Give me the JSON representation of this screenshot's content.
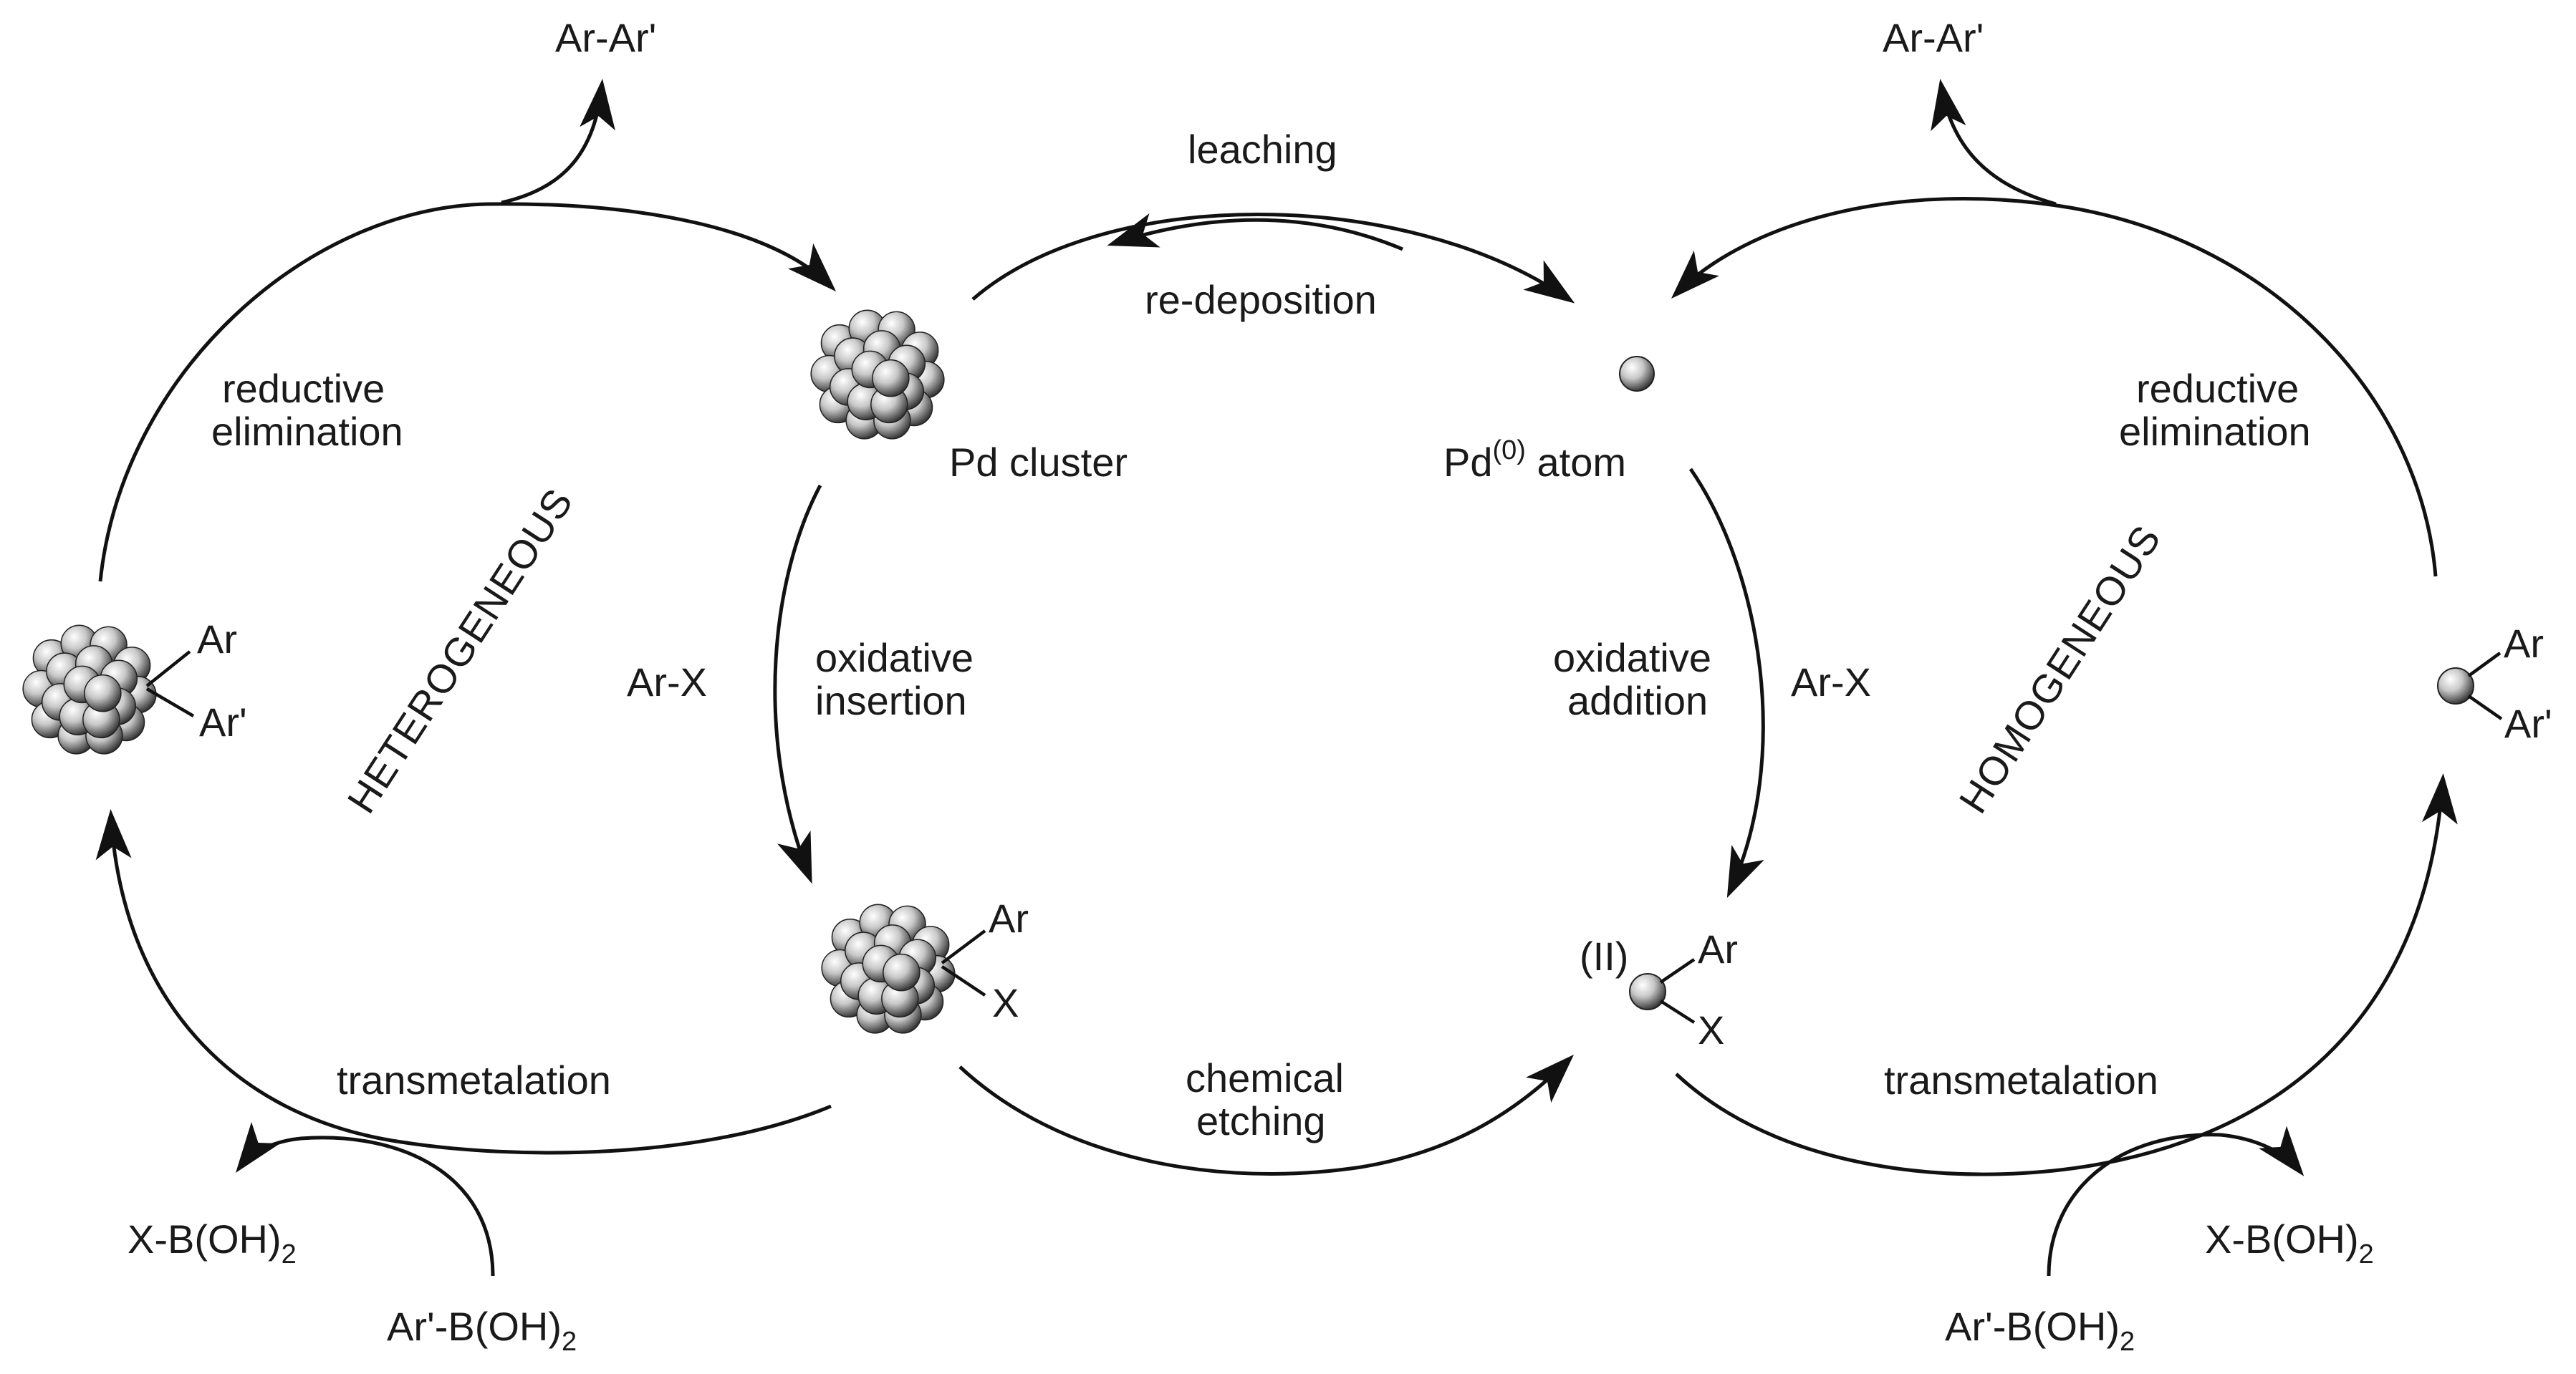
{
  "labels": {
    "ar_ar_prime_left": "Ar-Ar'",
    "ar_ar_prime_right": "Ar-Ar'",
    "leaching": "leaching",
    "re_deposition": "re-deposition",
    "reductive_elimination_left_1": "reductive",
    "reductive_elimination_left_2": "elimination",
    "reductive_elimination_right_1": "reductive",
    "reductive_elimination_right_2": "elimination",
    "pd_cluster": "Pd cluster",
    "pd_atom_prefix": "Pd",
    "pd_atom_sup": "(0)",
    "pd_atom_suffix": " atom",
    "heterogeneous": "HETEROGENEOUS",
    "homogeneous": "HOMOGENEOUS",
    "ar_x_left": "Ar-X",
    "ar_x_right": "Ar-X",
    "oxidative_insertion_1": "oxidative",
    "oxidative_insertion_2": "insertion",
    "oxidative_addition_1": "oxidative",
    "oxidative_addition_2": "addition",
    "chemical_etching_1": "chemical",
    "chemical_etching_2": "etching",
    "transmetalation_left": "transmetalation",
    "transmetalation_right": "transmetalation",
    "xboh2_left_main": "X-B(OH)",
    "xboh2_left_sub": "2",
    "xboh2_right_main": "X-B(OH)",
    "xboh2_right_sub": "2",
    "arboh2_left_main": "Ar'-B(OH)",
    "arboh2_left_sub": "2",
    "arboh2_right_main": "Ar'-B(OH)",
    "arboh2_right_sub": "2",
    "cluster_left_ar": "Ar",
    "cluster_left_arp": "Ar'",
    "cluster_bottom_ar": "Ar",
    "cluster_bottom_x": "X",
    "pd2_ox": "(II)",
    "pd2_ar": "Ar",
    "pd2_x": "X",
    "pdright_ar": "Ar",
    "pdright_arp": "Ar'"
  },
  "colors": {
    "ink": "#111111",
    "sphere_light": "#ffffff",
    "sphere_mid": "#b8b8b8",
    "sphere_dark": "#2e2e2e"
  },
  "icons": {
    "pd_cluster": "pd-nanocluster-icon",
    "pd_atom": "pd-atom-sphere-icon"
  }
}
